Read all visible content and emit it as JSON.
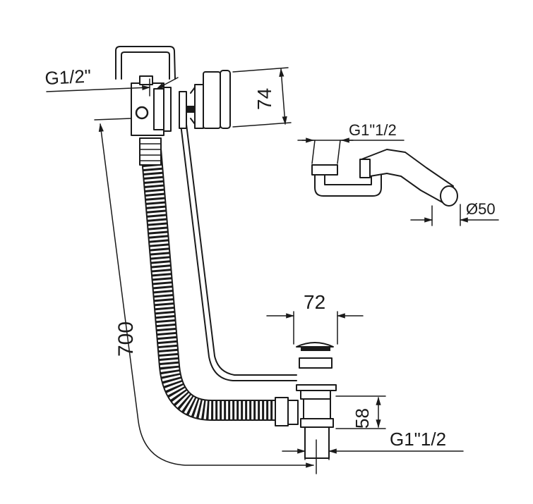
{
  "labels": {
    "thread_inlet": "G1/2\"",
    "overflow_height": "74",
    "siphon_thread": "G1\"1/2",
    "siphon_diameter": "Ø50",
    "drain_diameter": "72",
    "total_length": "700",
    "outlet_height": "58",
    "outlet_thread": "G1\"1/2"
  },
  "colors": {
    "ink": "#1a1a1a",
    "background": "#ffffff"
  }
}
